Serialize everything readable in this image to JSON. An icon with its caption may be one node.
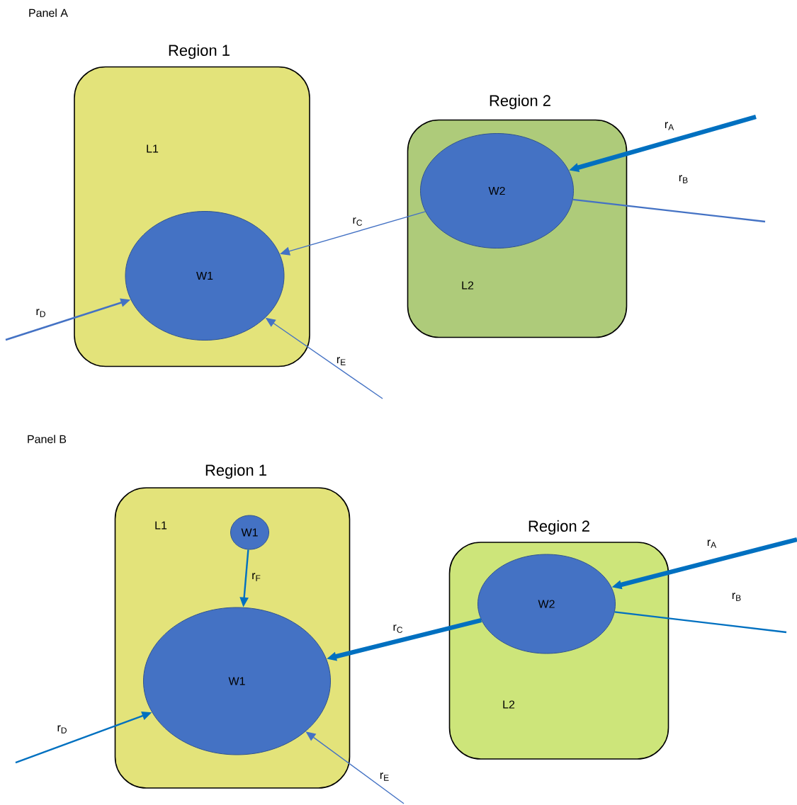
{
  "diagram": {
    "nodes": [
      {
        "text": [
          "Region 1",
          "L1"
        ]
      },
      {
        "text": [
          "W1"
        ],
        "in": 0
      },
      {
        "text": [
          "Region 2",
          "L2"
        ]
      },
      {
        "text": [
          "W2"
        ],
        "in": 2
      },
      {
        "text": [
          "Region 1",
          "L1"
        ]
      },
      {
        "text": [
          "W1"
        ],
        "in": 4
      },
      {
        "text": [
          "W1"
        ],
        "in": 4
      },
      {
        "text": [
          "Region 2",
          "L2"
        ]
      },
      {
        "text": [
          "W2"
        ],
        "in": 7
      }
    ],
    "edges": [
      {
        "from": null,
        "to": 3,
        "arrow": "to",
        "label": "r$_{A}$",
        "style": "thick"
      },
      {
        "from": 3,
        "to": null,
        "arrow": "none",
        "label": "r$_{B}$",
        "color": "#4472c4"
      },
      {
        "from": 3,
        "to": 1,
        "arrow": "to",
        "label": "r$_{C}$",
        "color": "#4472c4"
      },
      {
        "from": null,
        "to": 1,
        "arrow": "to",
        "label": "r$_{D}$",
        "color": "#4472c4"
      },
      {
        "from": null,
        "to": 1,
        "arrow": "to",
        "label": "r$_{E}$",
        "color": "#4472c4"
      },
      {
        "from": 5,
        "to": 6,
        "arrow": "to",
        "label": "r$_{F}$"
      },
      {
        "from": null,
        "to": 8,
        "arrow": "to",
        "label": "r$_{A}$",
        "style": "thick"
      },
      {
        "from": 8,
        "to": null,
        "arrow": "none",
        "label": "r$_{B}$"
      },
      {
        "from": 8,
        "to": 6,
        "arrow": "to",
        "label": "r$_{C}$",
        "style": "thick"
      },
      {
        "from": null,
        "to": 6,
        "arrow": "to",
        "label": "r$_{D}$"
      },
      {
        "from": null,
        "to": 6,
        "arrow": "to",
        "label": "r$_{E}$",
        "color": "#4472c4"
      }
    ],
    "labels": [
      "Panel A",
      "Panel B"
    ]
  }
}
